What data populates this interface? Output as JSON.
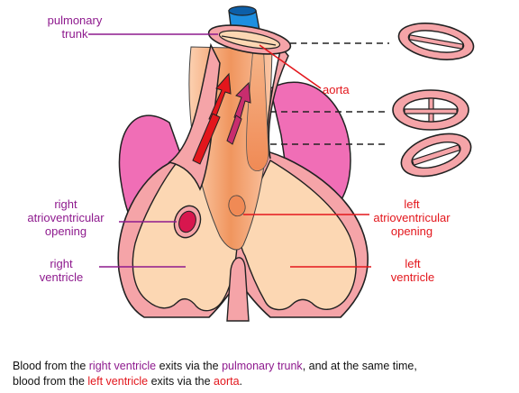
{
  "labels": {
    "pulmonary_trunk": [
      "pulmonary",
      "trunk"
    ],
    "aorta": "aorta",
    "right_av_opening": [
      "right",
      "atrioventricular",
      "opening"
    ],
    "left_av_opening": [
      "left",
      "atrioventricular",
      "opening"
    ],
    "right_ventricle": [
      "right",
      "ventricle"
    ],
    "left_ventricle": [
      "left",
      "ventricle"
    ]
  },
  "caption": {
    "t1": "Blood from the ",
    "t2": "right ventricle",
    "t3": " exits via the ",
    "t4": "pulmonary trunk",
    "t5": ", and at the same time,",
    "t6": "blood from the ",
    "t7": "left ventricle",
    "t8": " exits via the ",
    "t9": "aorta",
    "t10": "."
  },
  "colors": {
    "right_side": "#8e1a8e",
    "left_side": "#e3161c",
    "outer_wall": "#f3a0a6",
    "chamber": "#fcd7b3",
    "atrium": "#f06eb6",
    "vessel_blue": "#1e8fe0"
  }
}
